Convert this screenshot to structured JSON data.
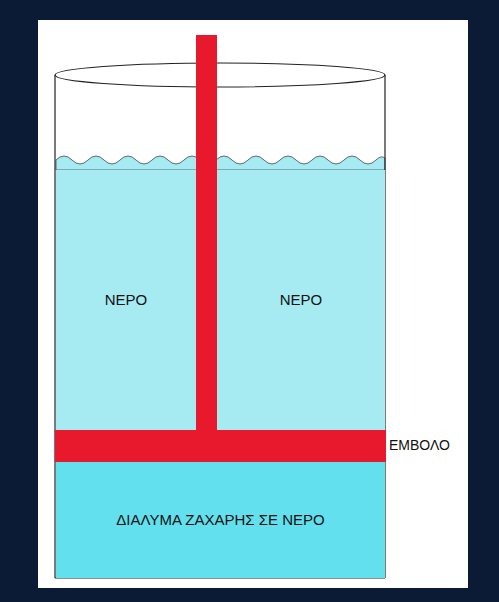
{
  "diagram": {
    "nodes": [
      {
        "text": [
          "ΝΕΡΟ"
        ]
      },
      {
        "text": [
          "ΝΕΡΟ"
        ]
      },
      {
        "text": [
          "ΔΙΑΛΥΜΑ ΖΑΧΑΡΗΣ ΣΕ ΝΕΡΟ"
        ]
      }
    ],
    "labels": [
      "ΕΜΒΟΛΟ"
    ]
  }
}
